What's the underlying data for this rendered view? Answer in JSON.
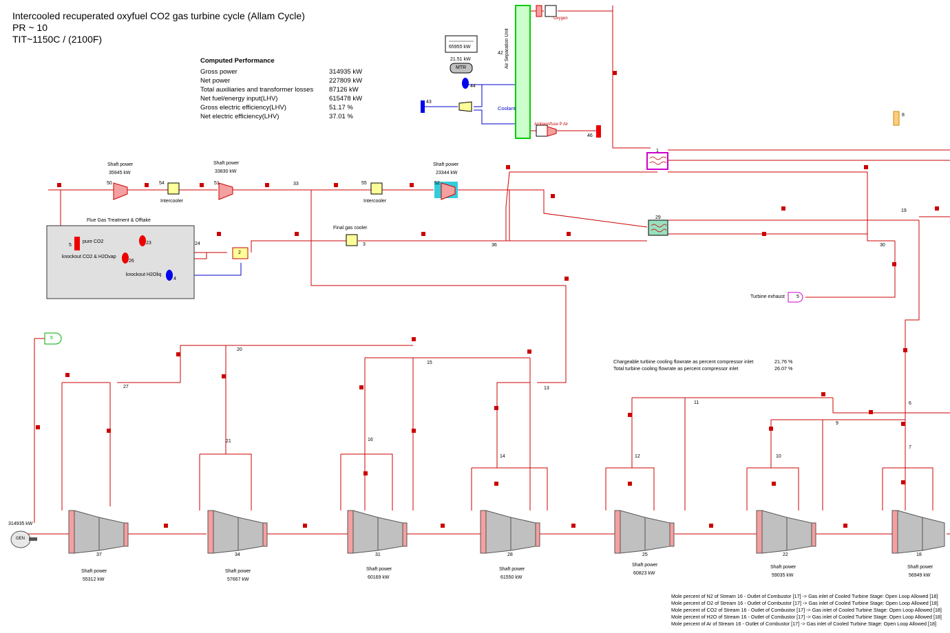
{
  "title": {
    "line1": "Intercooled recuperated oxyfuel CO2 gas turbine cycle (Allam Cycle)",
    "line2": "PR ~ 10",
    "line3": "TIT~1150C / (2100F)"
  },
  "performance": {
    "heading": "Computed Performance",
    "rows": [
      {
        "label": "Gross power",
        "value": "314935 kW"
      },
      {
        "label": "Net power",
        "value": "227809 kW"
      },
      {
        "label": "Total auxiliaries and transformer losses",
        "value": "87126 kW"
      },
      {
        "label": "Net fuel/energy input(LHV)",
        "value": "615478 kW"
      },
      {
        "label": "Gross electric efficiency(LHV)",
        "value": "51.17 %"
      },
      {
        "label": "Net electric efficiency(LHV)",
        "value": "37.01 %"
      }
    ]
  },
  "asu": {
    "label": "Air Separation Unit",
    "power_box": "65955 kW",
    "id": "42",
    "mtr_power": "21.51 kW",
    "mtr_label": "MTR",
    "oxygen_label": "Oxygen",
    "ambient_label": "Ambient/fuse P Air",
    "coolant_label": "Coolant",
    "ids": {
      "n44": "44",
      "n43": "43",
      "n46": "46"
    }
  },
  "compressors": {
    "c50": {
      "id": "50",
      "shaft_label": "Shaft power",
      "shaft_value": "35945 kW"
    },
    "c51": {
      "id": "51",
      "shaft_label": "Shaft power",
      "shaft_value": "33830 kW"
    },
    "c52": {
      "id": "52",
      "shaft_label": "Shaft power",
      "shaft_value": "23344 kW"
    }
  },
  "coolers": {
    "ic54": {
      "id": "54",
      "label": "Intercooler"
    },
    "ic55": {
      "id": "55",
      "label": "Intercooler"
    },
    "final": {
      "id": "3",
      "label": "Final gas cooler"
    }
  },
  "flue": {
    "title": "Flue Gas Treatment & Offtake",
    "pure_co2": "pure CO2",
    "knockout_co2": "knockout CO2 & H2Ovap",
    "knockout_h2o": "knockout H2Oliq",
    "n5": "5",
    "n23": "23",
    "n26": "26",
    "n4": "4",
    "n24": "24",
    "n2": "2"
  },
  "hx": {
    "n1": "1",
    "n29": "29"
  },
  "turbine_exhaust": {
    "label": "Turbine exhaust",
    "ref": "5"
  },
  "node_ids": {
    "n33": "33",
    "n36": "36",
    "n30": "30",
    "n19": "19",
    "n8": "8",
    "n20": "20",
    "n27": "27",
    "n21": "21",
    "n15": "15",
    "n16": "16",
    "n13": "13",
    "n14": "14",
    "n11": "11",
    "n12": "12",
    "n9": "9",
    "n10": "10",
    "n6": "6",
    "n7": "7",
    "gen_ref": "5"
  },
  "generator": {
    "label": "GEN",
    "power": "314935 kW"
  },
  "turbines": [
    {
      "id": "37",
      "shaft_label": "Shaft power",
      "shaft_value": "55312 kW"
    },
    {
      "id": "34",
      "shaft_label": "Shaft power",
      "shaft_value": "57667 kW"
    },
    {
      "id": "31",
      "shaft_label": "Shaft power",
      "shaft_value": "60169 kW"
    },
    {
      "id": "28",
      "shaft_label": "Shaft power",
      "shaft_value": "61550 kW"
    },
    {
      "id": "25",
      "shaft_label": "Shaft power",
      "shaft_value": "60823 kW"
    },
    {
      "id": "22",
      "shaft_label": "Shaft power",
      "shaft_value": "59035 kW"
    },
    {
      "id": "18",
      "shaft_label": "Shaft power",
      "shaft_value": "56949 kW"
    }
  ],
  "cooling": {
    "chargeable_label": "Chargeable turbine cooling flowrate as percent compressor inlet",
    "chargeable_value": "21.76 %",
    "total_label": "Total turbine cooling flowrate as percent compressor inlet",
    "total_value": "26.07 %"
  },
  "mole_notes": [
    "Mole percent of N2 of Stream 16 - Outlet of Combustor [17] -> Gas inlet of Cooled Turbine Stage: Open Loop Allowed [18]",
    "Mole percent of O2 of Stream 16 - Outlet of Combustor [17] -> Gas inlet of Cooled Turbine Stage: Open Loop Allowed [18]",
    "Mole percent of CO2 of Stream 16 - Outlet of Combustor [17] -> Gas inlet of Cooled Turbine Stage: Open Loop Allowed [18]",
    "Mole percent of H2O of Stream 16 - Outlet of Combustor [17] -> Gas inlet of Cooled Turbine Stage: Open Loop Allowed [18]",
    "Mole percent of Ar of Stream 16 - Outlet of Combustor [17] -> Gas inlet of Cooled Turbine Stage: Open Loop Allowed [18]"
  ],
  "colors": {
    "stream": "#cc0000",
    "water": "#0000cc",
    "asu_fill": "#ccffcc",
    "asu_border": "#00cc00",
    "turbine": "#c0c0c0",
    "turbine_edge": "#f4a0a0",
    "compressor": "#f4a0a0",
    "cooler": "#ffff99"
  }
}
